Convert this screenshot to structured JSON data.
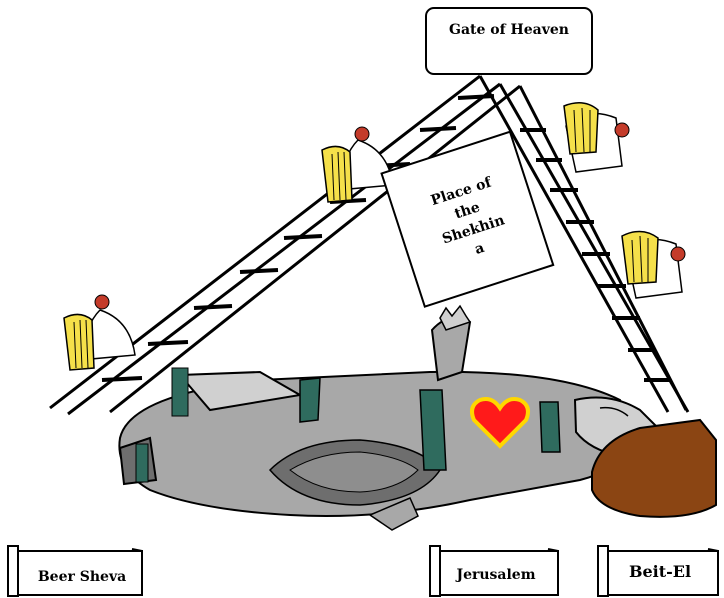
{
  "signs": {
    "gate": "Gate of Heaven",
    "shekhina_line1": "Place of",
    "shekhina_line2": "the",
    "shekhina_line3": "Shekhin",
    "shekhina_line4": "a",
    "beer_sheva": "Beer Sheva",
    "jerusalem": "Jerusalem",
    "beit_el": "Beit-El"
  },
  "colors": {
    "heart": "#ff1a1a",
    "heart_outline": "#ffd700",
    "robe_dark": "#6e6e6e",
    "robe_mid": "#a8a8a8",
    "robe_light": "#d0d0d0",
    "sash": "#2f6b5e",
    "stone": "#8b4513",
    "harp": "#f5e04a"
  },
  "icons": [
    "angel-with-harp-icon",
    "heart-icon",
    "stone-pillow-icon",
    "ladder-icon"
  ]
}
